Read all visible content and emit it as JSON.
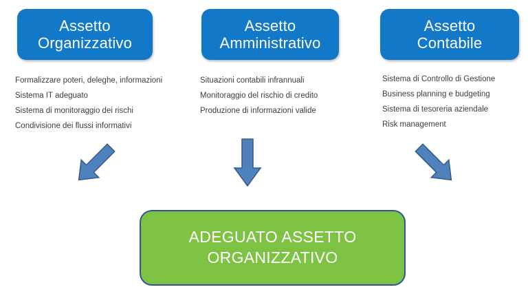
{
  "diagram": {
    "title_boxes": [
      {
        "name": "organizzativo",
        "line1": "Assetto",
        "line2": "Organizzativo",
        "fill": "#1278C8",
        "text_color": "#FFFFFF"
      },
      {
        "name": "amministrativo",
        "line1": "Assetto",
        "line2": "Amministrativo",
        "fill": "#1278C8",
        "text_color": "#FFFFFF"
      },
      {
        "name": "contabile",
        "line1": "Assetto",
        "line2": "Contabile",
        "fill": "#1278C8",
        "text_color": "#FFFFFF"
      }
    ],
    "lists": {
      "organizzativo": [
        "Formalizzare poteri, deleghe, informazioni",
        "Sistema IT adeguato",
        "Sistema di monitoraggio dei rischi",
        "Condivisione dei flussi informativi"
      ],
      "amministrativo": [
        "Situazioni contabili infrannuali",
        "Monitoraggio del rischio di credito",
        "Produzione di informazioni valide"
      ],
      "contabile": [
        "Sistema di Controllo di Gestione",
        "Business planning e budgeting",
        "Sistema di tesoreria aziendale",
        "Risk management"
      ]
    },
    "arrows": [
      {
        "name": "arrow-down-right",
        "direction": "down-right",
        "fill": "#4F81BD",
        "stroke": "#385D8A"
      },
      {
        "name": "arrow-down",
        "direction": "down",
        "fill": "#4F81BD",
        "stroke": "#385D8A"
      },
      {
        "name": "arrow-down-left",
        "direction": "down-left",
        "fill": "#4F81BD",
        "stroke": "#385D8A"
      }
    ],
    "result_box": {
      "line1": "ADEGUATO ASSETTO",
      "line2": "ORGANIZZATIVO",
      "fill": "#7DC242",
      "border": "#2E5496",
      "text_color": "#FFFFFF"
    }
  }
}
